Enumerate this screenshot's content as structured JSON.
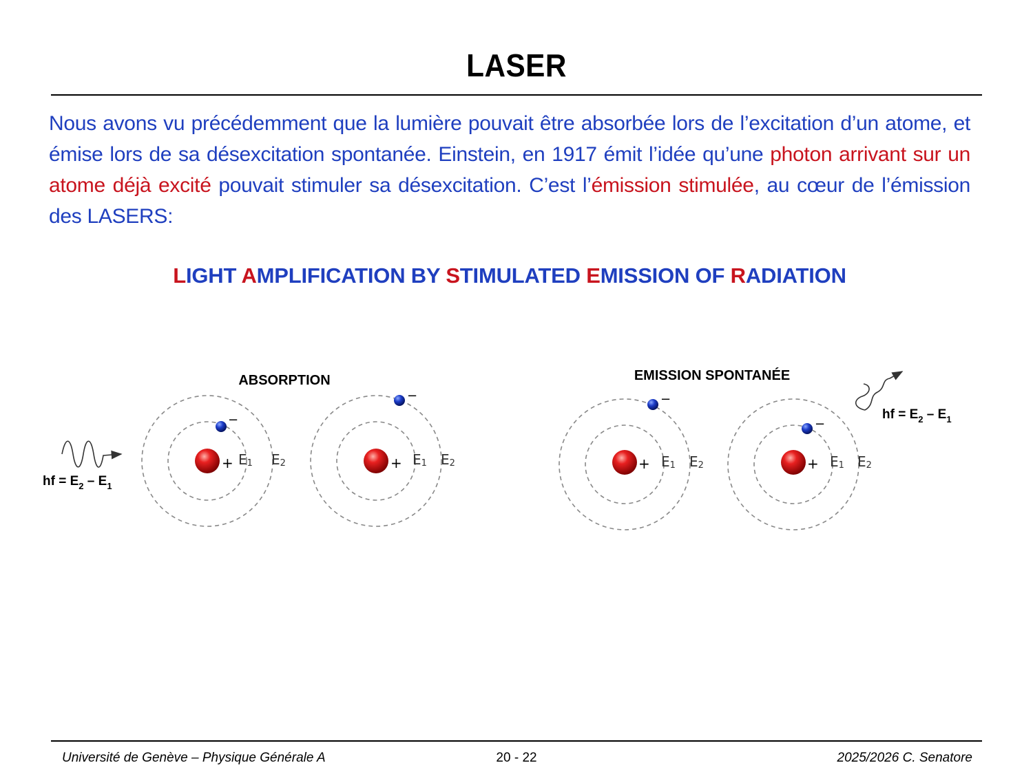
{
  "slide": {
    "title": "LASER",
    "intro": [
      {
        "text": "Nous avons vu précédemment que la lumière pouvait être absorbée lors de l’excitation d’un atome, et émise lors de sa désexcitation spontanée. Einstein, en 1917 émit l’idée qu’une ",
        "highlight": false
      },
      {
        "text": "photon arrivant sur un atome déjà excité",
        "highlight": true
      },
      {
        "text": " pouvait stimuler sa désexcitation. C’est l’",
        "highlight": false
      },
      {
        "text": "émission stimulée",
        "highlight": true
      },
      {
        "text": ", au cœur de l’émission des LASERS:",
        "highlight": false
      }
    ],
    "acronym": [
      {
        "letter": "L",
        "rest": "IGHT "
      },
      {
        "letter": "A",
        "rest": "MPLIFICATION BY "
      },
      {
        "letter": "S",
        "rest": "TIMULATED "
      },
      {
        "letter": "E",
        "rest": "MISSION OF "
      },
      {
        "letter": "R",
        "rest": "ADIATION"
      }
    ]
  },
  "diagram": {
    "absorption_label": "ABSORPTION",
    "emission_label": "EMISSION SPONTANÉE",
    "photon_formula": {
      "main": "hf = E",
      "sub1": "2",
      "mid": " – E",
      "sub2": "1"
    },
    "level_inner": {
      "main": "E",
      "sub": "1"
    },
    "level_outer": {
      "main": "E",
      "sub": "2"
    },
    "nucleus_charge": "+",
    "electron_charge": "−"
  },
  "colors": {
    "text_blue": "#1f3fbf",
    "highlight_red": "#c8141e",
    "nucleus": "#d01010",
    "electron": "#1230b0"
  },
  "footer": {
    "left": "Université de Genève – Physique Générale A",
    "center": "20 - 22",
    "right": "2025/2026  C. Senatore"
  }
}
